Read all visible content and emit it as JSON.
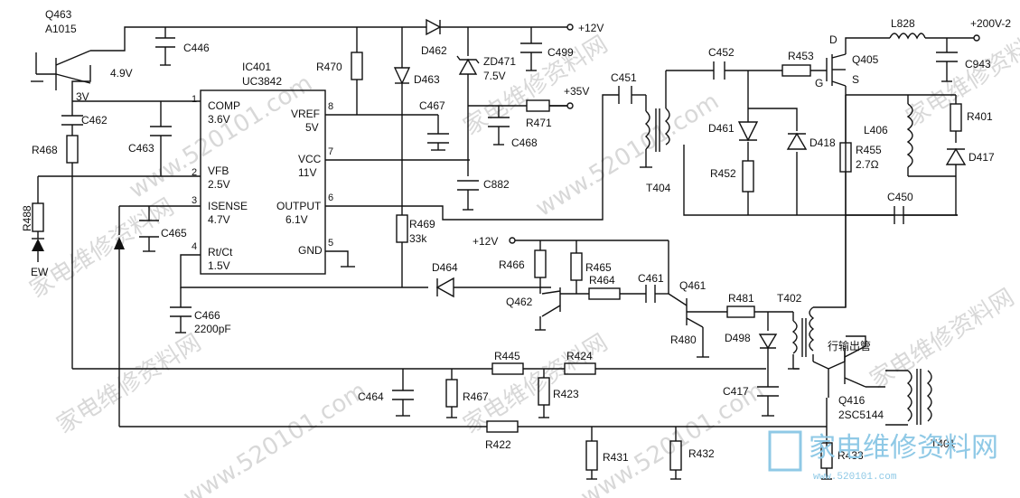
{
  "watermark": {
    "cn": "家电维修资料网",
    "url": "www.520101.com"
  },
  "logo": {
    "cn": "家电维修资料网",
    "url": "www.520101.com"
  },
  "ic": {
    "ref": "IC401",
    "part": "UC3842",
    "pins": {
      "comp": {
        "num": "1",
        "name": "COMP",
        "volt": "3.6V"
      },
      "vfb": {
        "num": "2",
        "name": "VFB",
        "volt": "2.5V"
      },
      "isense": {
        "num": "3",
        "name": "ISENSE",
        "volt": "4.7V"
      },
      "rtct": {
        "num": "4",
        "name": "Rt/Ct",
        "volt": "1.5V"
      },
      "vref": {
        "num": "8",
        "name": "VREF",
        "volt": "5V"
      },
      "vcc": {
        "num": "7",
        "name": "VCC",
        "volt": "11V"
      },
      "output": {
        "num": "6",
        "name": "OUTPUT",
        "volt": "6.1V"
      },
      "gnd": {
        "num": "5",
        "name": "GND"
      }
    }
  },
  "rails": {
    "p12": "+12V",
    "p12b": "+12V",
    "p35": "+35V",
    "p200": "+200V-2"
  },
  "labels": {
    "q463": "Q463",
    "a1015": "A1015",
    "v49": "4.9V",
    "v3": "3V",
    "c446": "C446",
    "c462": "C462",
    "r468": "R468",
    "c463": "C463",
    "r488": "R488",
    "ew": "EW",
    "c465": "C465",
    "c466": "C466",
    "c466v": "2200pF",
    "r470": "R470",
    "d462": "D462",
    "d463": "D463",
    "zd471": "ZD471",
    "zd471v": "7.5V",
    "c499": "C499",
    "c467": "C467",
    "r471": "R471",
    "c468": "C468",
    "c882": "C882",
    "r469": "R469",
    "r469v": "33k",
    "d464": "D464",
    "r466": "R466",
    "r465": "R465",
    "q462": "Q462",
    "r464": "R464",
    "c461": "C461",
    "q461": "Q461",
    "r480": "R480",
    "r481": "R481",
    "d498": "D498",
    "c417": "C417",
    "t402": "T402",
    "c451": "C451",
    "t404": "T404",
    "c452": "C452",
    "r453": "R453",
    "q405": "Q405",
    "d": "D",
    "g": "G",
    "s": "S",
    "d461": "D461",
    "d418": "D418",
    "r452": "R452",
    "r455": "R455",
    "r455v": "2.7Ω",
    "l828": "L828",
    "c943": "C943",
    "l406": "L406",
    "r401": "R401",
    "d417": "D417",
    "c450": "C450",
    "hout": "行输出管",
    "q416": "Q416",
    "q416p": "2SC5144",
    "t401": "T401",
    "c464": "C464",
    "r467": "R467",
    "r445": "R445",
    "r424": "R424",
    "r423": "R423",
    "r422": "R422",
    "r431": "R431",
    "r432": "R432",
    "r433": "R433"
  }
}
